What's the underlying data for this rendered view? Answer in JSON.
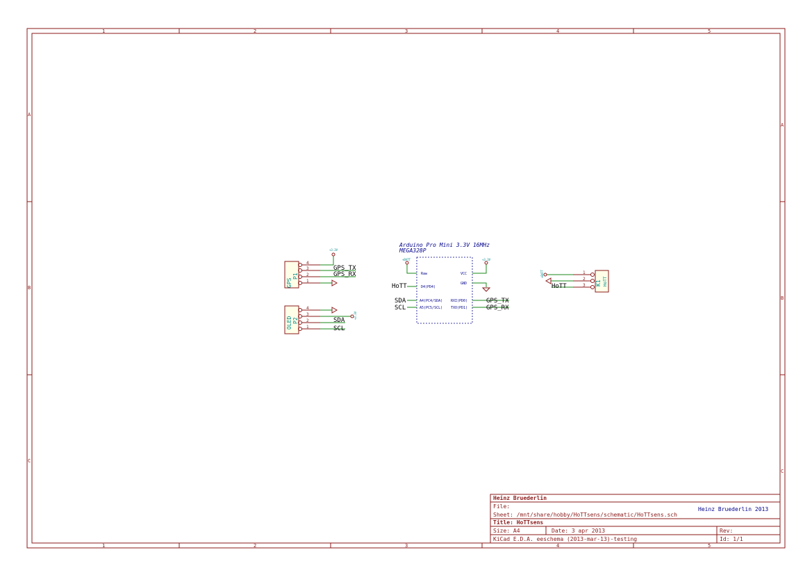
{
  "grid": {
    "columns": [
      "1",
      "2",
      "3",
      "4",
      "5"
    ],
    "rows_left": [
      "A",
      "B",
      "C"
    ],
    "rows_right": [
      "A",
      "B",
      "C"
    ]
  },
  "ic": {
    "title": "Arduino Pro Mini 3.3V 16MHz",
    "subtitle": "MEGA328P",
    "pins_left": [
      "Raw",
      "D4(PD4)",
      "A4(PC4/SDA)",
      "A5(PC5/SCL)"
    ],
    "pins_right": [
      "VCC",
      "GND",
      "RXI(PD0)",
      "TXO(PD1)"
    ],
    "power_raw": "+BATT",
    "power_vcc": "+3.3V"
  },
  "nets": {
    "hott": "HoTT",
    "sda": "SDA",
    "scl": "SCL",
    "gps_tx": "GPS_TX",
    "gps_rx": "GPS_RX"
  },
  "connectors": {
    "gps": {
      "name": "GPS",
      "ref": "P1",
      "pins": [
        "4",
        "3",
        "2",
        "1"
      ],
      "power": "+3.3V"
    },
    "oled": {
      "name": "OLED",
      "ref": "P2",
      "pins": [
        "4",
        "3",
        "2",
        "1"
      ],
      "power": "+3.3V"
    },
    "hott": {
      "name": "HoTT",
      "ref": "K1",
      "pins": [
        "1",
        "2",
        "3"
      ],
      "power": "+BATT"
    }
  },
  "title_block": {
    "author": "Heinz Bruederlin",
    "file_label": "File:",
    "sheet": "Sheet: /mnt/share/hobby/HoTTsens/schematic/HoTTsens.sch",
    "copyright": "Heinz Bruederlin 2013",
    "title": "Title: HoTTsens",
    "size": "Size: A4",
    "date": "Date: 3 apr 2013",
    "rev": "Rev:",
    "tool": "KiCad E.D.A.  eeschema (2013-mar-13)-testing",
    "id": "Id: 1/1"
  },
  "colors": {
    "frame": "#8b1a1a",
    "wire": "#1a8a1a",
    "ic_text": "#00008b",
    "reference": "#008b8b"
  }
}
